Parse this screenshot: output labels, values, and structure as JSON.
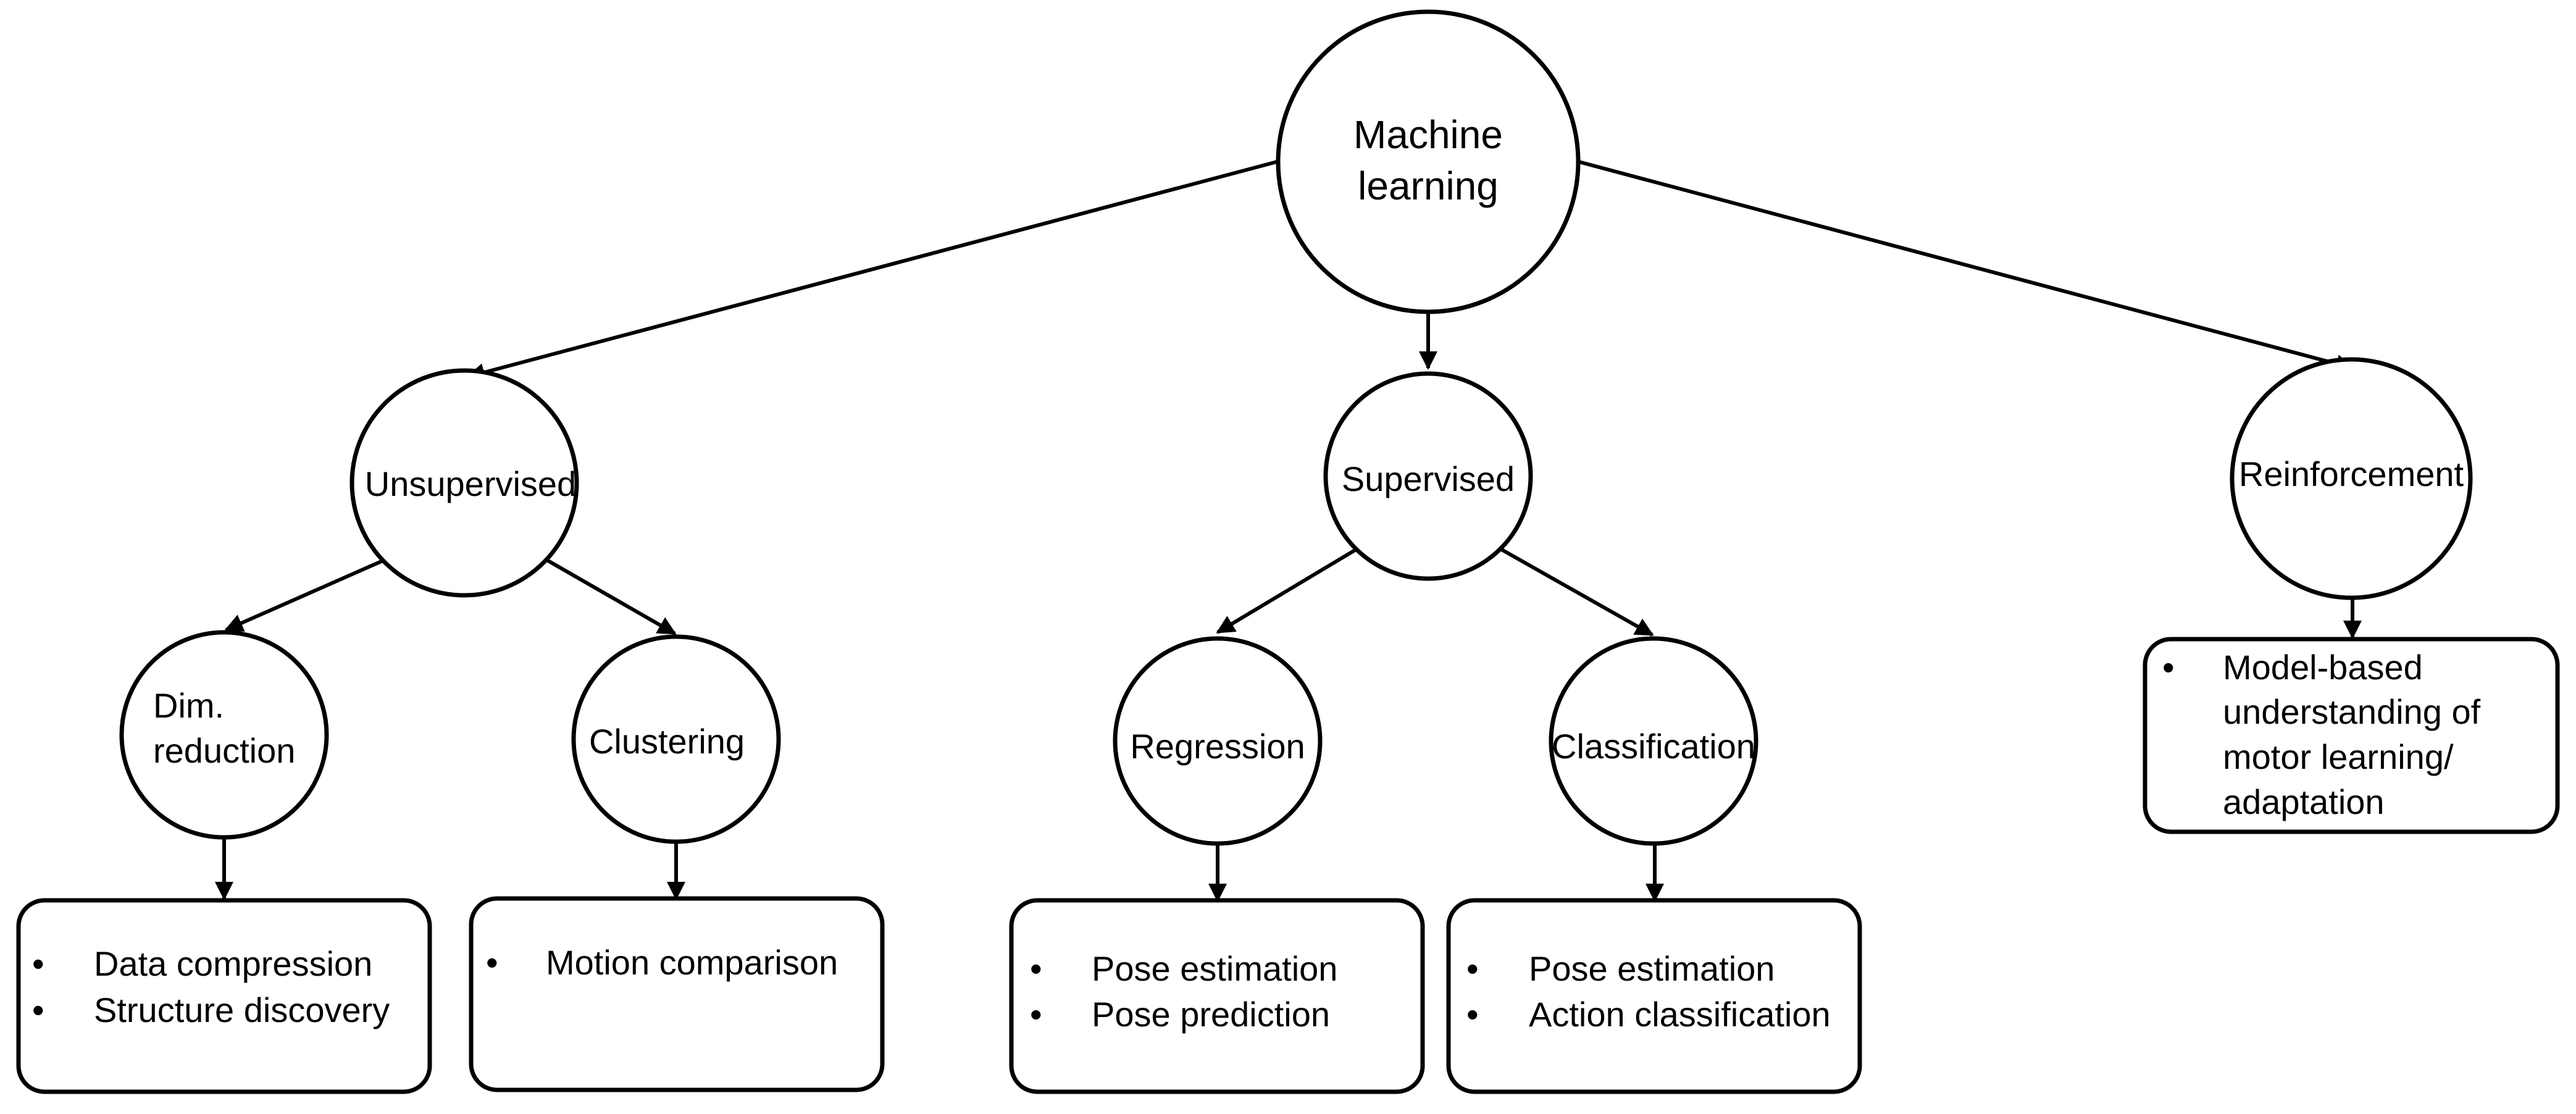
{
  "nodes": {
    "root": {
      "line1": "Machine",
      "line2": "learning"
    },
    "unsupervised": "Unsupervised",
    "supervised": "Supervised",
    "reinforcement": "Reinforcement",
    "dim_reduction": {
      "line1": "Dim.",
      "line2": "reduction"
    },
    "clustering": "Clustering",
    "regression": "Regression",
    "classification": "Classification"
  },
  "boxes": {
    "dim_reduction": [
      "Data compression",
      "Structure discovery"
    ],
    "clustering": [
      "Motion comparison"
    ],
    "regression": [
      "Pose estimation",
      "Pose prediction"
    ],
    "classification": [
      "Pose estimation",
      "Action classification"
    ],
    "reinforcement": [
      "Model-based",
      "understanding of",
      "motor learning/",
      "adaptation"
    ]
  },
  "bullet_symbol": "•"
}
